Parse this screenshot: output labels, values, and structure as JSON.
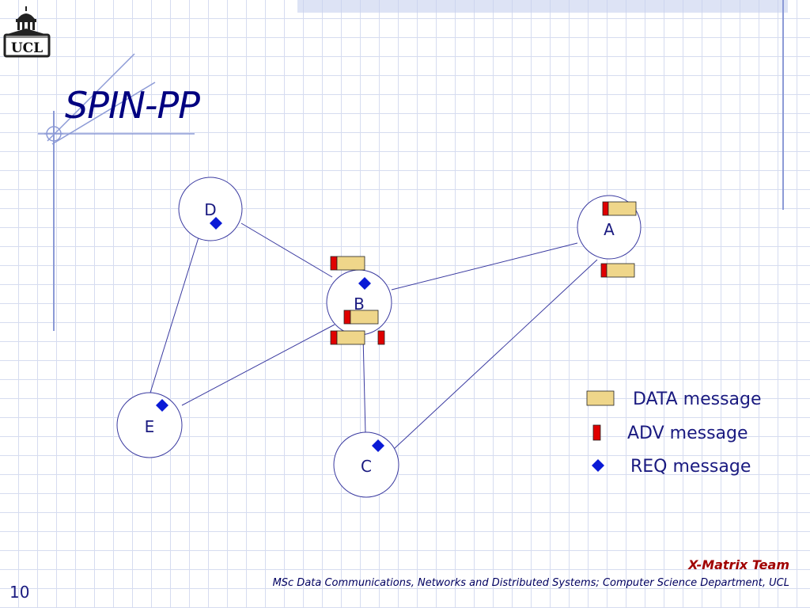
{
  "slide": {
    "title": "SPIN-PP",
    "logo_text": "UCL",
    "page_number": "10",
    "footer_team": "X-Matrix Team",
    "footer_course": "MSc Data Communications, Networks and Distributed Systems; Computer Science Department, UCL"
  },
  "diagram": {
    "nodes": [
      {
        "id": "D",
        "label": "D"
      },
      {
        "id": "A",
        "label": "A"
      },
      {
        "id": "B",
        "label": "B"
      },
      {
        "id": "E",
        "label": "E"
      },
      {
        "id": "C",
        "label": "C"
      }
    ],
    "edges": [
      [
        "D",
        "B"
      ],
      [
        "D",
        "E"
      ],
      [
        "B",
        "A"
      ],
      [
        "B",
        "E"
      ],
      [
        "B",
        "C"
      ],
      [
        "A",
        "C"
      ]
    ],
    "colors": {
      "node_stroke": "#3a3aa0",
      "edge": "#3a3aa0",
      "data_fill": "#efd68a",
      "adv_fill": "#e00000",
      "req_fill": "#0a1ad6",
      "accent_navy": "#000080"
    }
  },
  "legend": [
    {
      "icon": "data-message-icon",
      "label": "DATA message"
    },
    {
      "icon": "adv-message-icon",
      "label": "ADV message"
    },
    {
      "icon": "req-message-icon",
      "label": "REQ message"
    }
  ]
}
